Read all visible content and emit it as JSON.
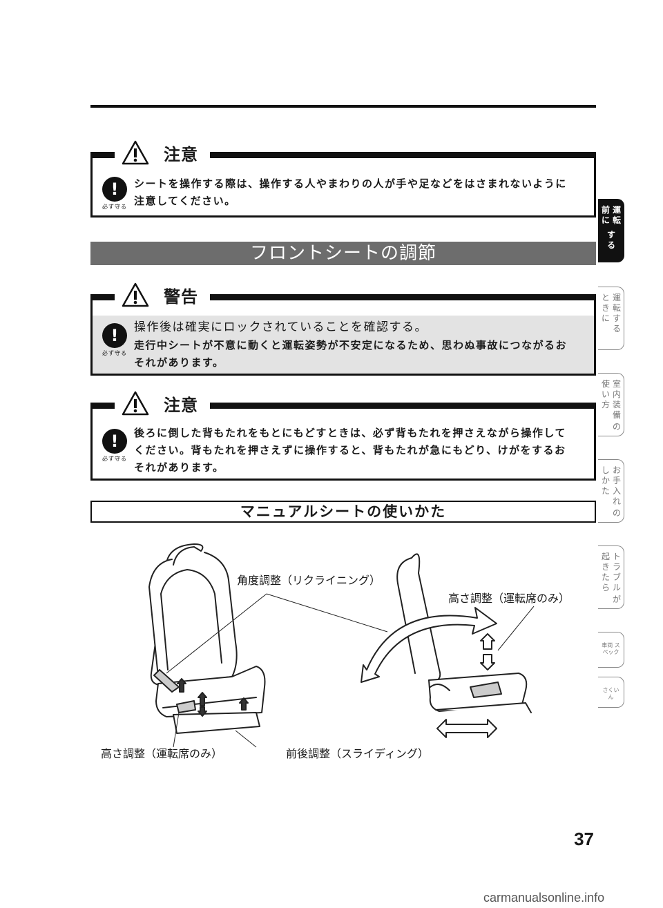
{
  "caution1": {
    "title": "注意",
    "mark_label": "必ず守る",
    "lines": [
      "シートを操作する際は、操作する人やまわりの人が手や足などをはさまれないように",
      "注意してください。"
    ]
  },
  "section_title": "フロントシートの調節",
  "warning": {
    "title": "警告",
    "mark_label": "必ず守る",
    "lead": "操作後は確実にロックされていることを確認する。",
    "lines": [
      "走行中シートが不意に動くと運転姿勢が不安定になるため、思わぬ事故につながるお",
      "それがあります。"
    ]
  },
  "caution2": {
    "title": "注意",
    "mark_label": "必ず守る",
    "lines": [
      "後ろに倒した背もたれをもとにもどすときは、必ず背もたれを押さえながら操作して",
      "ください。背もたれを押さえずに操作すると、背もたれが急にもどり、けがをするお",
      "それがあります。"
    ]
  },
  "subsection_title": "マニュアルシートの使いかた",
  "figure": {
    "recline": "角度調整（リクライニング）",
    "height_right": "高さ調整（運転席のみ）",
    "height_left": "高さ調整（運転席のみ）",
    "slide": "前後調整（スライディング）"
  },
  "tabs": [
    {
      "cols": [
        "運転",
        "前に",
        "する"
      ],
      "active": true
    },
    {
      "cols": [
        "運転する",
        "とき",
        "に"
      ],
      "active": false
    },
    {
      "cols": [
        "室内装備",
        "使い方",
        "の"
      ],
      "active": false
    },
    {
      "cols": [
        "お手入れ",
        "の",
        "しかた"
      ],
      "active": false
    },
    {
      "cols": [
        "トラブル",
        "が",
        "起きたら"
      ],
      "active": false
    },
    {
      "mini": "車両 スペック",
      "active": false
    },
    {
      "mini": "さくいん",
      "active": false
    }
  ],
  "page_number": "37",
  "watermark": "carmanualsonline.info"
}
